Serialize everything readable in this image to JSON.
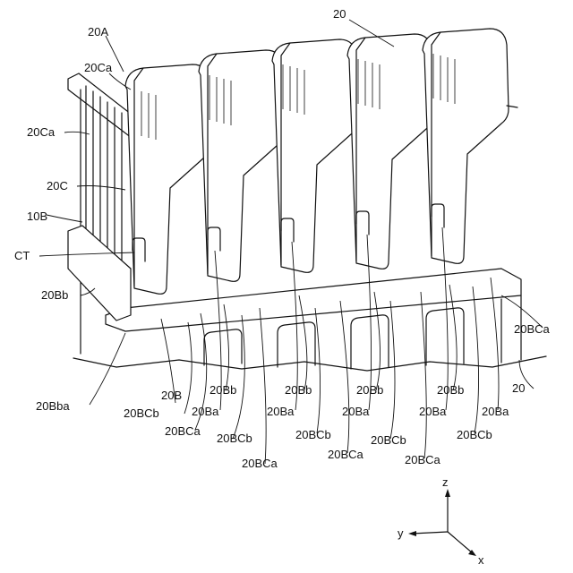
{
  "labels": {
    "l20_top": "20",
    "l20A": "20A",
    "l20Ca_top": "20Ca",
    "l20Ca_left": "20Ca",
    "l20C": "20C",
    "l10B": "10B",
    "lCT": "CT",
    "l20Bb_left": "20Bb",
    "l20BCa_right": "20BCa",
    "l20_right": "20",
    "l20Bba": "20Bba",
    "l20B": "20B",
    "l20BCb_1": "20BCb",
    "l20BCa_1": "20BCa",
    "l20Ba_1": "20Ba",
    "l20Bb_1": "20Bb",
    "l20BCb_2": "20BCb",
    "l20BCa_2": "20BCa",
    "l20Bb_2": "20Bb",
    "l20Ba_2": "20Ba",
    "l20BCb_3": "20BCb",
    "l20BCa_3": "20BCa",
    "l20Bb_3": "20Bb",
    "l20Ba_3": "20Ba",
    "l20BCb_4": "20BCb",
    "l20BCa_4": "20BCa",
    "l20Bb_4": "20Bb",
    "l20Ba_4": "20Ba",
    "l20BCb_5": "20BCb",
    "l20Ba_5": "20Ba"
  },
  "axes": {
    "z": "z",
    "y": "y",
    "x": "x"
  }
}
